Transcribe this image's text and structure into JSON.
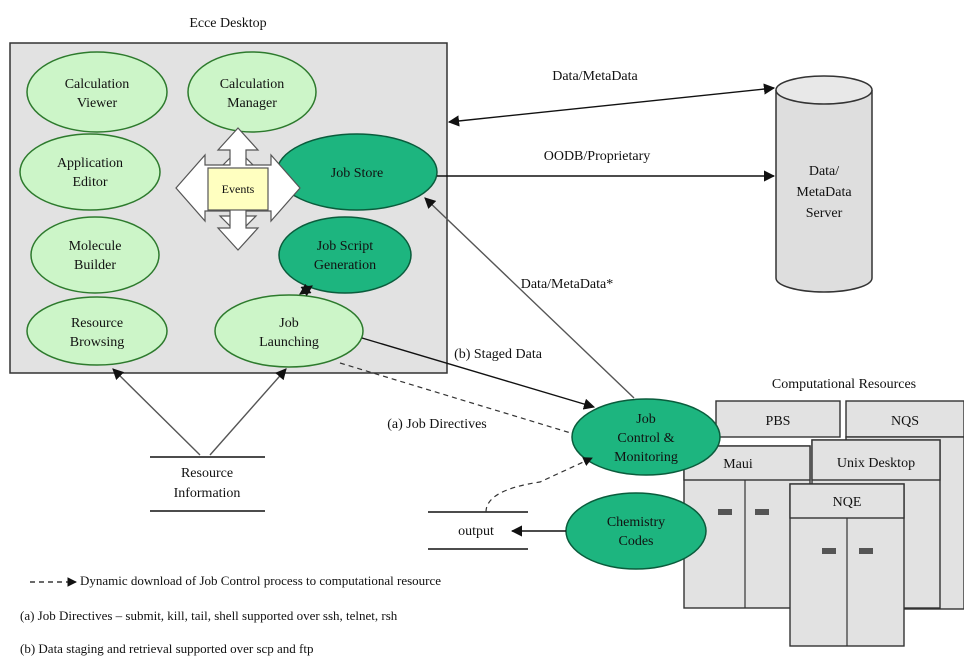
{
  "desktop": {
    "title": "Ecce Desktop",
    "apps": [
      [
        "Calculation",
        "Viewer"
      ],
      [
        "Calculation",
        "Manager"
      ],
      [
        "Application",
        "Editor"
      ],
      [
        "Molecule",
        "Builder"
      ],
      [
        "Resource",
        "Browsing"
      ],
      [
        "Job",
        "Launching"
      ]
    ],
    "job_store": "Job Store",
    "job_script": [
      "Job Script",
      "Generation"
    ],
    "events": "Events"
  },
  "server": [
    "Data/",
    "MetaData",
    "Server"
  ],
  "edges": {
    "data_metadata": "Data/MetaData",
    "oodb": "OODB/Proprietary",
    "data_metadata_star": "Data/MetaData*",
    "staged": "(b) Staged Data",
    "job_directives": "(a) Job Directives"
  },
  "resource_info": [
    "Resource",
    "Information"
  ],
  "output": "output",
  "job_control": [
    "Job",
    "Control &",
    "Monitoring"
  ],
  "chemistry": [
    "Chemistry",
    "Codes"
  ],
  "computational": {
    "title": "Computational Resources",
    "machines": [
      "PBS",
      "NQS",
      "Maui",
      "Unix Desktop",
      "NQE"
    ]
  },
  "legend": {
    "dashed": "Dynamic download of Job Control process to computational resource",
    "a": "(a) Job Directives – submit, kill, tail, shell supported over ssh, telnet, rsh",
    "b": "(b) Data staging and retrieval supported over scp and ftp"
  },
  "colors": {
    "light_green": "#ccf5c8",
    "dark_green": "#1db57f",
    "events_yellow": "#ffffc0",
    "panel_gray": "#e2e2e2",
    "cylinder_gray": "#dedede"
  }
}
